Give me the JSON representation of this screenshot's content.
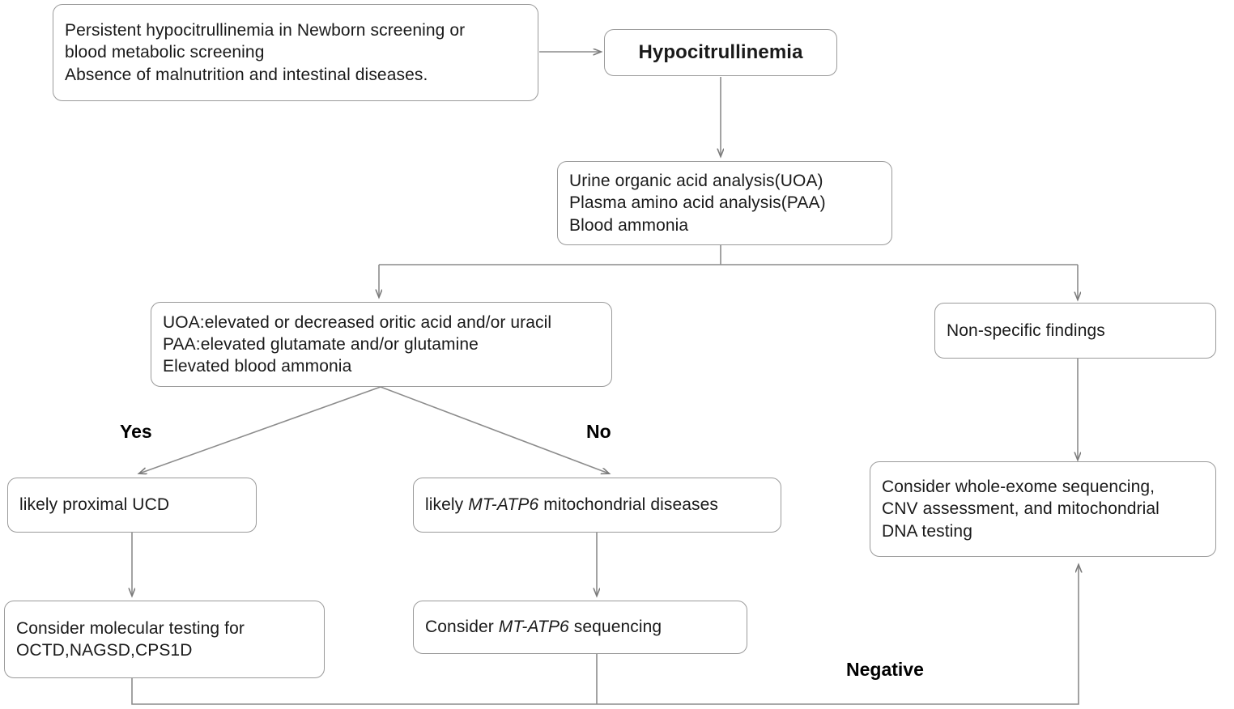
{
  "diagram": {
    "title": "Hypocitrullinemia diagnostic flowchart",
    "line_color": "#8c8c8c",
    "border_color": "#9a9a9a",
    "text_color": "#1a1a1a",
    "background": "#ffffff"
  },
  "nodes": {
    "intake": "Persistent hypocitrullinemia  in Newborn screening or\nblood metabolic screening\nAbsence of malnutrition and intestinal diseases.",
    "hypocitrullinemia": "Hypocitrullinemia",
    "first_line_tests": "Urine organic acid analysis(UOA)\nPlasma amino acid  analysis(PAA)\nBlood ammonia",
    "abnormal_findings": "UOA:elevated or decreased oritic acid and/or uracil\nPAA:elevated glutamate and/or glutamine\nElevated blood ammonia",
    "nonspecific_findings": "Non-specific findings",
    "proximal_ucd": "likely proximal UCD",
    "mt_atp6_disease_prefix": "likely ",
    "mt_atp6_gene": "MT-ATP6",
    "mt_atp6_disease_suffix": " mitochondrial diseases",
    "molecular_testing": "Consider molecular testing for\nOCTD,NAGSD,CPS1D",
    "mt_atp6_seq_prefix": "Consider ",
    "mt_atp6_seq_suffix": " sequencing",
    "broad_testing": "Consider whole-exome sequencing,\nCNV assessment, and mitochondrial\nDNA testing"
  },
  "edge_labels": {
    "yes": "Yes",
    "no": "No",
    "negative": "Negative"
  }
}
